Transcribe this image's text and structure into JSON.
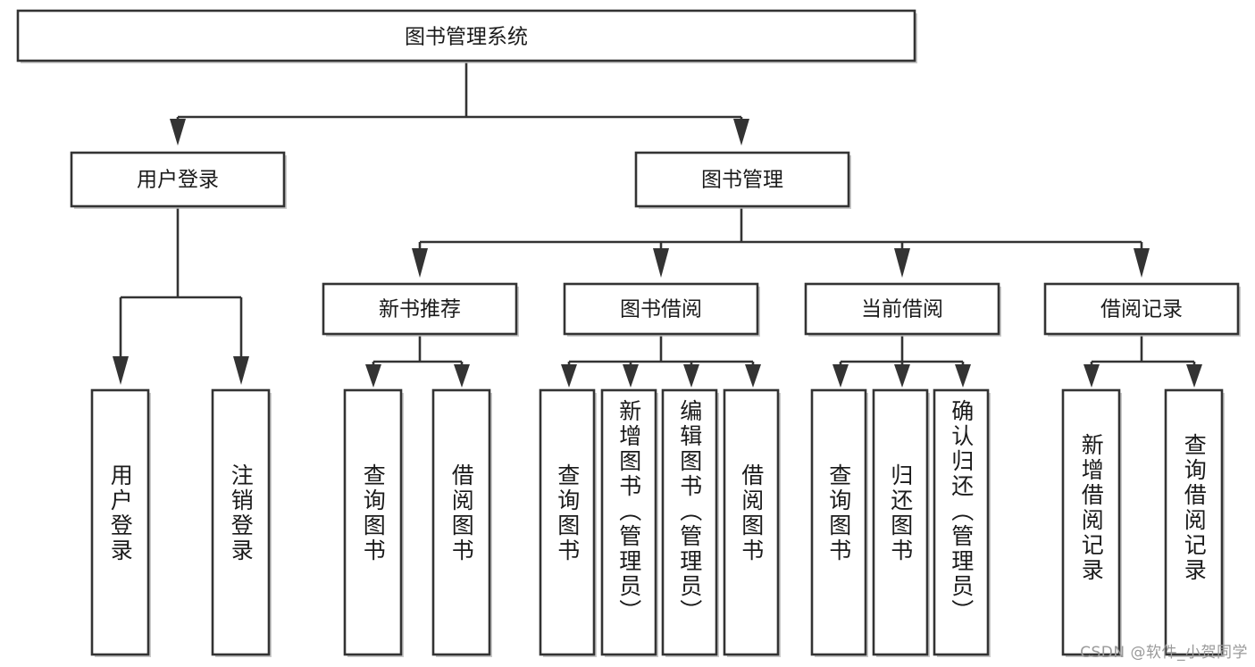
{
  "diagram": {
    "title": "图书管理系统",
    "type": "tree-hierarchy-flowchart",
    "watermark": "CSDN @软件_小贺同学",
    "colors": {
      "background": "#ffffff",
      "box_fill": "#ffffff",
      "box_stroke": "#333333",
      "text": "#1a1a1a",
      "shadow": "#b8b8b8",
      "watermark_text": "#9a9a9a"
    },
    "levels": {
      "root": "图书管理系统",
      "level2": [
        "用户登录",
        "图书管理"
      ],
      "level3": [
        "新书推荐",
        "图书借阅",
        "当前借阅",
        "借阅记录"
      ]
    },
    "nodes": {
      "root": {
        "label": "图书管理系统"
      },
      "user_login": {
        "label": "用户登录"
      },
      "book_manage": {
        "label": "图书管理"
      },
      "new_book_rec": {
        "label": "新书推荐"
      },
      "book_borrow": {
        "label": "图书借阅"
      },
      "current_borrow": {
        "label": "当前借阅"
      },
      "borrow_record": {
        "label": "借阅记录"
      }
    },
    "leaves": {
      "user_login": [
        {
          "label": "用户登录"
        },
        {
          "label": "注销登录"
        }
      ],
      "new_book_rec": [
        {
          "label": "查询图书"
        },
        {
          "label": "借阅图书"
        }
      ],
      "book_borrow": [
        {
          "label": "查询图书"
        },
        {
          "label": "新增图书（管理员）"
        },
        {
          "label": "编辑图书（管理员）"
        },
        {
          "label": "借阅图书"
        }
      ],
      "current_borrow": [
        {
          "label": "查询图书"
        },
        {
          "label": "归还图书"
        },
        {
          "label": "确认归还（管理员）"
        }
      ],
      "borrow_record": [
        {
          "label": "新增借阅记录"
        },
        {
          "label": "查询借阅记录"
        }
      ]
    }
  }
}
